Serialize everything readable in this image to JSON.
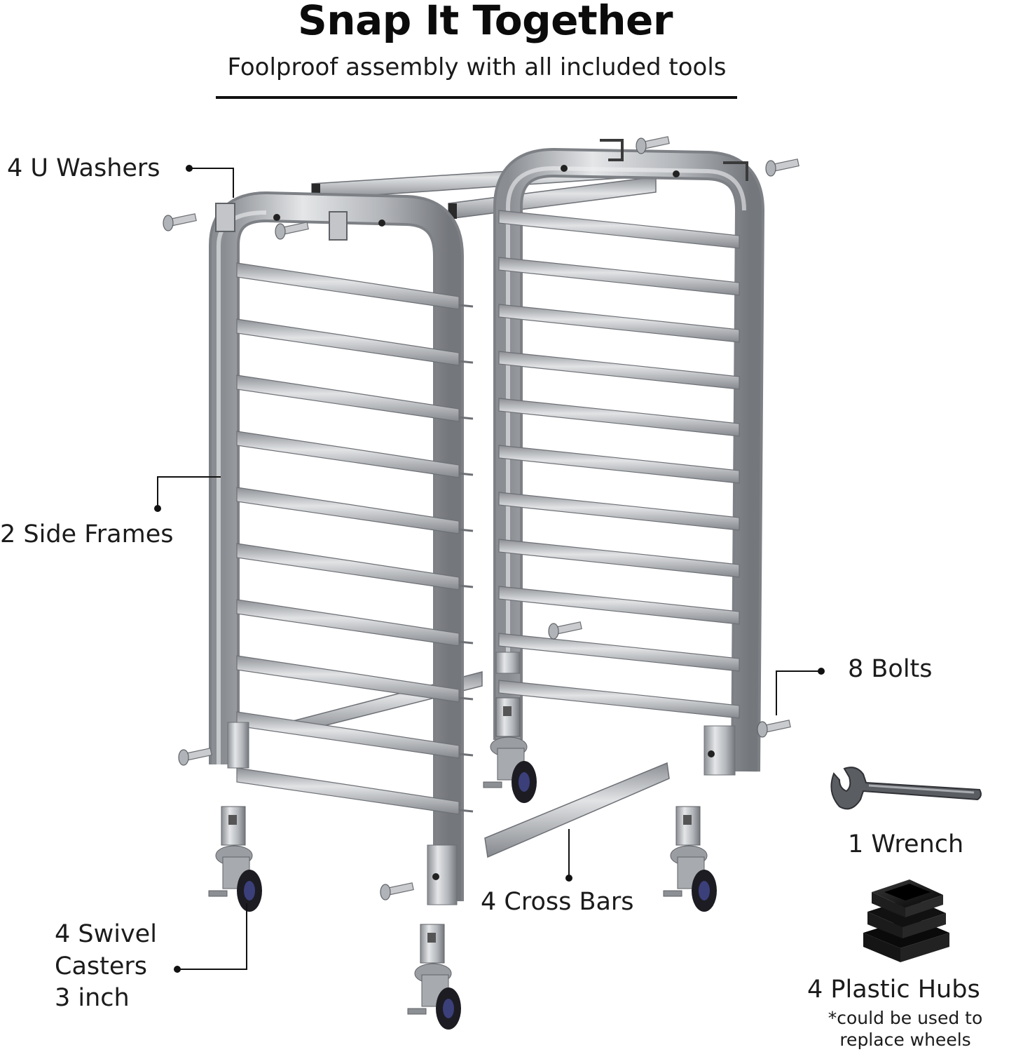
{
  "header": {
    "title": "Snap It Together",
    "subtitle": "Foolproof assembly with all included tools"
  },
  "callouts": {
    "washers": "4 U Washers",
    "side_frames": "2 Side Frames",
    "bolts": "8 Bolts",
    "wrench": "1 Wrench",
    "cross_bars": "4 Cross Bars",
    "casters_line1": "4 Swivel",
    "casters_line2": "Casters",
    "casters_line3": "3 inch",
    "hubs": "4  Plastic Hubs",
    "hubs_note_line1": "*could be used to",
    "hubs_note_line2": "replace wheels"
  },
  "colors": {
    "metal": "#b7b9bc",
    "metal_dark": "#7d8085",
    "wheel": "#1c1c22",
    "hub": "#111111",
    "leader": "#111111"
  },
  "icons": [
    "wrench-icon",
    "plastic-hub-icon",
    "caster-icon",
    "bolt-icon",
    "u-washer-icon"
  ]
}
